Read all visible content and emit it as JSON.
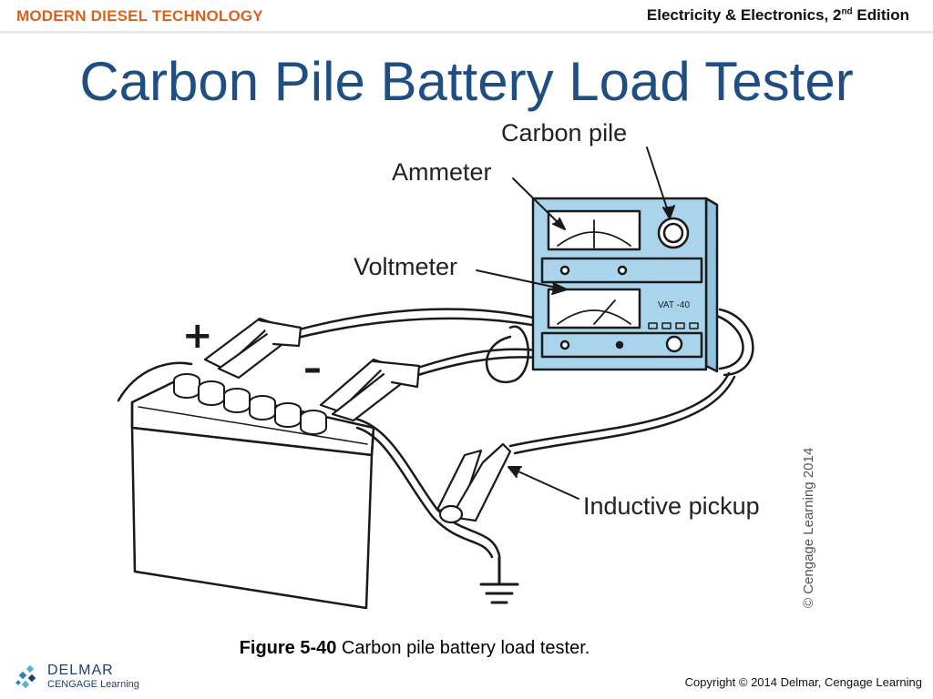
{
  "header": {
    "brand": "MODERN DIESEL TECHNOLOGY",
    "book": "Electricity & Electronics, 2",
    "edition_sup": "nd",
    "edition_word": " Edition"
  },
  "title": "Carbon Pile Battery Load Tester",
  "diagram": {
    "labels": {
      "carbon_pile": "Carbon pile",
      "ammeter": "Ammeter",
      "voltmeter": "Voltmeter",
      "inductive_pickup": "Inductive pickup",
      "plus": "+",
      "minus": "–",
      "model": "VAT -40",
      "credit": "© Cengage Learning 2014"
    },
    "colors": {
      "tester_fill": "#a9d4ec",
      "line": "#1a1a1a",
      "gauge_fill": "#ffffff"
    }
  },
  "caption": {
    "figure_number": "Figure 5-40",
    "text": " Carbon pile battery load tester."
  },
  "footer": {
    "logo_name": "DELMAR",
    "logo_sub": "CENGAGE Learning",
    "copyright": "Copyright © 2014 Delmar, Cengage Learning"
  }
}
